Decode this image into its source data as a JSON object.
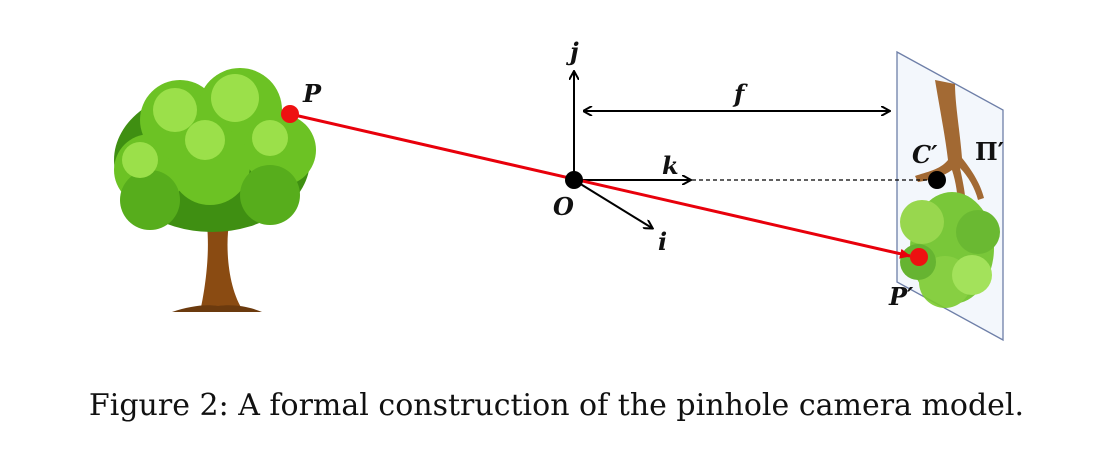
{
  "labels": {
    "point": "P",
    "image_point": "P′",
    "origin": "O",
    "axis_i": "i",
    "axis_j": "j",
    "axis_k": "k",
    "focal": "f",
    "principal_point": "C′",
    "image_plane": "Π′"
  },
  "caption": "Figure 2: A formal construction of the pinhole camera model.",
  "colors": {
    "ray": "#e8000b",
    "point": "#ee1111",
    "axes": "#000000",
    "plane_fill": "#f3f7fc",
    "plane_stroke": "#6e7fa8",
    "foliage_dark": "#3f8f12",
    "foliage_mid": "#6cc224",
    "foliage_light": "#9be04a",
    "trunk": "#8a4b12"
  }
}
